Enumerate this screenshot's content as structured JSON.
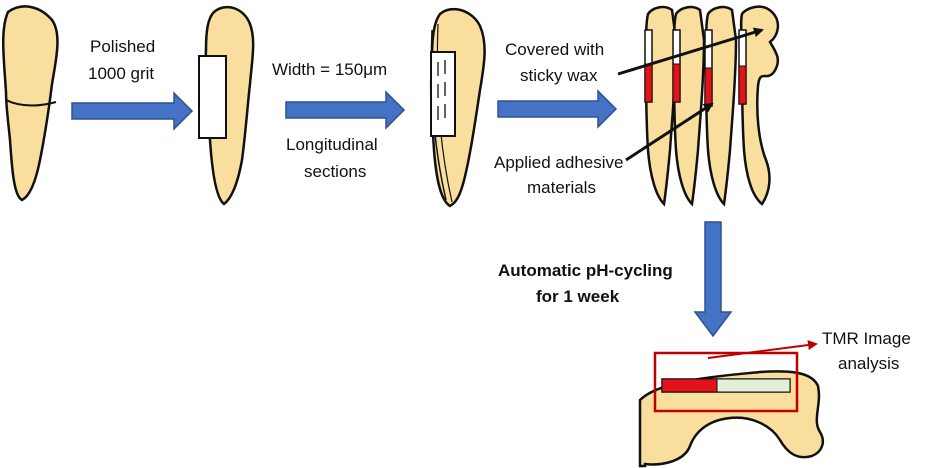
{
  "colors": {
    "tooth_fill": "#F9DE9E",
    "outline": "#111111",
    "arrow_blue": "#4472C4",
    "arrow_blue_edge": "#2F528F",
    "adhesive_red": "#E4121B",
    "tmr_box_red": "#C00000",
    "lesion_light": "#E2EFDA"
  },
  "steps": {
    "polish": {
      "line1": "Polished",
      "line2": "1000 grit"
    },
    "section_width": "Width = 150μm",
    "section_type": {
      "line1": "Longitudinal",
      "line2": "sections"
    },
    "wax": {
      "line1": "Covered with",
      "line2": "sticky wax"
    },
    "adhesive": {
      "line1": "Applied adhesive",
      "line2": "materials"
    },
    "cycling": {
      "line1": "Automatic pH-cycling",
      "line2": "for 1 week"
    },
    "tmr": {
      "line1": "TMR Image",
      "line2": "analysis"
    }
  },
  "icons": {
    "tooth": "tooth-icon",
    "arrow": "flow-arrow-icon"
  }
}
